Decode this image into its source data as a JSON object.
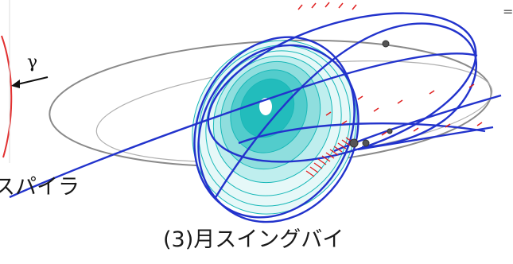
{
  "left_panel": {
    "label_fragment": "スパイラ",
    "direction_symbol": "γ"
  },
  "main_figure": {
    "caption": "(3)月スイングバイ"
  },
  "colors": {
    "trajectory": "#2233cc",
    "earth_region": "#19b8b8",
    "moon_orbit": "#8a8a8a",
    "thrust_arrows": "#e02020",
    "left_orbit": "#e23030"
  }
}
